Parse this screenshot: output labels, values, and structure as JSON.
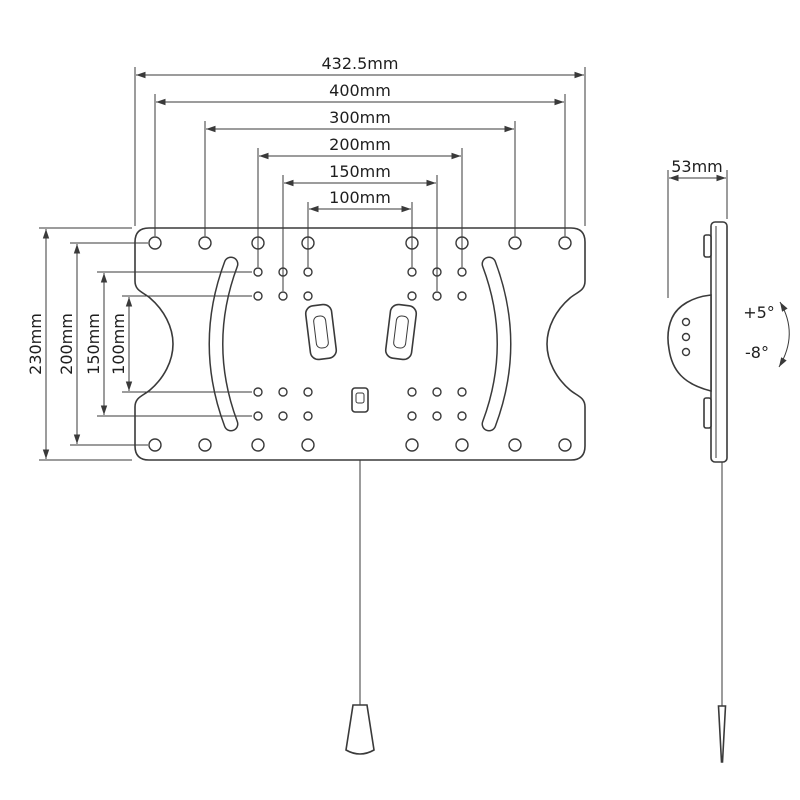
{
  "colors": {
    "line": "#3a3a3a",
    "background": "#ffffff"
  },
  "front_view": {
    "horizontal_dimensions": [
      {
        "label": "432.5mm"
      },
      {
        "label": "400mm"
      },
      {
        "label": "300mm"
      },
      {
        "label": "200mm"
      },
      {
        "label": "150mm"
      },
      {
        "label": "100mm"
      }
    ],
    "vertical_dimensions": [
      {
        "label": "230mm"
      },
      {
        "label": "200mm"
      },
      {
        "label": "150mm"
      },
      {
        "label": "100mm"
      }
    ]
  },
  "side_view": {
    "depth_dimension": {
      "label": "53mm"
    },
    "tilt_up": {
      "label": "+5°"
    },
    "tilt_down": {
      "label": "-8°"
    }
  }
}
